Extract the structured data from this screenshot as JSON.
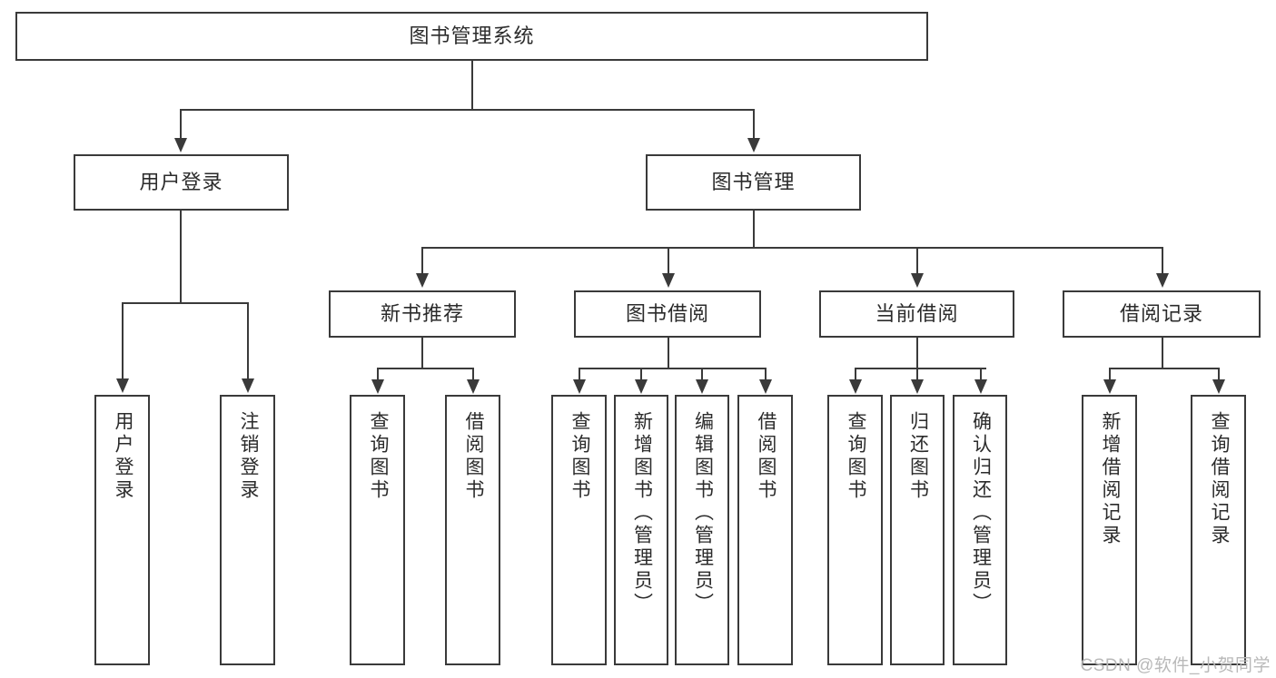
{
  "diagram": {
    "type": "tree-hierarchy",
    "title": "图书管理系统",
    "watermark": "CSDN @软件_小贺同学",
    "colors": {
      "stroke": "#3a3a3a",
      "fill": "#ffffff",
      "text": "#2b2b2b",
      "watermark": "#b9b9b9"
    },
    "nodes": {
      "root": {
        "label": "图书管理系统"
      },
      "level2": [
        {
          "id": "user-login",
          "label": "用户登录"
        },
        {
          "id": "book-manage",
          "label": "图书管理"
        }
      ],
      "level3": [
        {
          "id": "new-book-rec",
          "label": "新书推荐"
        },
        {
          "id": "book-borrow",
          "label": "图书借阅"
        },
        {
          "id": "current-borrow",
          "label": "当前借阅"
        },
        {
          "id": "borrow-record",
          "label": "借阅记录"
        }
      ],
      "leaves": [
        {
          "id": "leaf-user-login",
          "label": "用户登录",
          "parent": "user-login"
        },
        {
          "id": "leaf-user-logout",
          "label": "注销登录",
          "parent": "user-login"
        },
        {
          "id": "leaf-query-book-1",
          "label": "查询图书",
          "parent": "new-book-rec"
        },
        {
          "id": "leaf-borrow-book-1",
          "label": "借阅图书",
          "parent": "new-book-rec"
        },
        {
          "id": "leaf-query-book-2",
          "label": "查询图书",
          "parent": "book-borrow"
        },
        {
          "id": "leaf-add-book",
          "label": "新增图书（管理员）",
          "parent": "book-borrow"
        },
        {
          "id": "leaf-edit-book",
          "label": "编辑图书（管理员）",
          "parent": "book-borrow"
        },
        {
          "id": "leaf-borrow-book-2",
          "label": "借阅图书",
          "parent": "book-borrow"
        },
        {
          "id": "leaf-query-book-3",
          "label": "查询图书",
          "parent": "current-borrow"
        },
        {
          "id": "leaf-return-book",
          "label": "归还图书",
          "parent": "current-borrow"
        },
        {
          "id": "leaf-confirm-return",
          "label": "确认归还（管理员）",
          "parent": "current-borrow"
        },
        {
          "id": "leaf-add-record",
          "label": "新增借阅记录",
          "parent": "borrow-record"
        },
        {
          "id": "leaf-query-record",
          "label": "查询借阅记录",
          "parent": "borrow-record"
        }
      ]
    }
  }
}
